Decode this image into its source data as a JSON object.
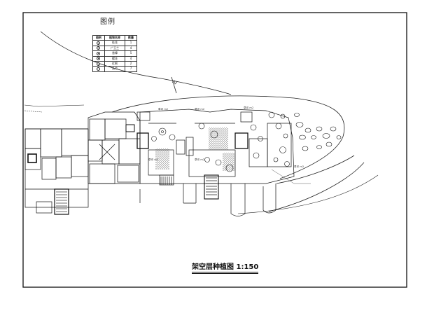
{
  "legend": {
    "title": "图例",
    "headers": [
      "图例",
      "植物名称",
      "数量"
    ],
    "rows": [
      {
        "name": "桂花",
        "qty": "1"
      },
      {
        "name": "广玉兰",
        "qty": "4"
      },
      {
        "name": "香樟",
        "qty": "5"
      },
      {
        "name": "樱花",
        "qty": "4"
      },
      {
        "name": "红枫",
        "qty": "2"
      },
      {
        "name": "丛竹",
        "qty": "7"
      }
    ]
  },
  "drawing_title": "架空层种植图 1:150",
  "labels": {
    "l1": "草坪 m2",
    "l2": "草坪 m2",
    "l3": "草坪 m2",
    "l4": "草坪 m2",
    "l5": "草坪 m2",
    "l6": "草坪 m2"
  }
}
